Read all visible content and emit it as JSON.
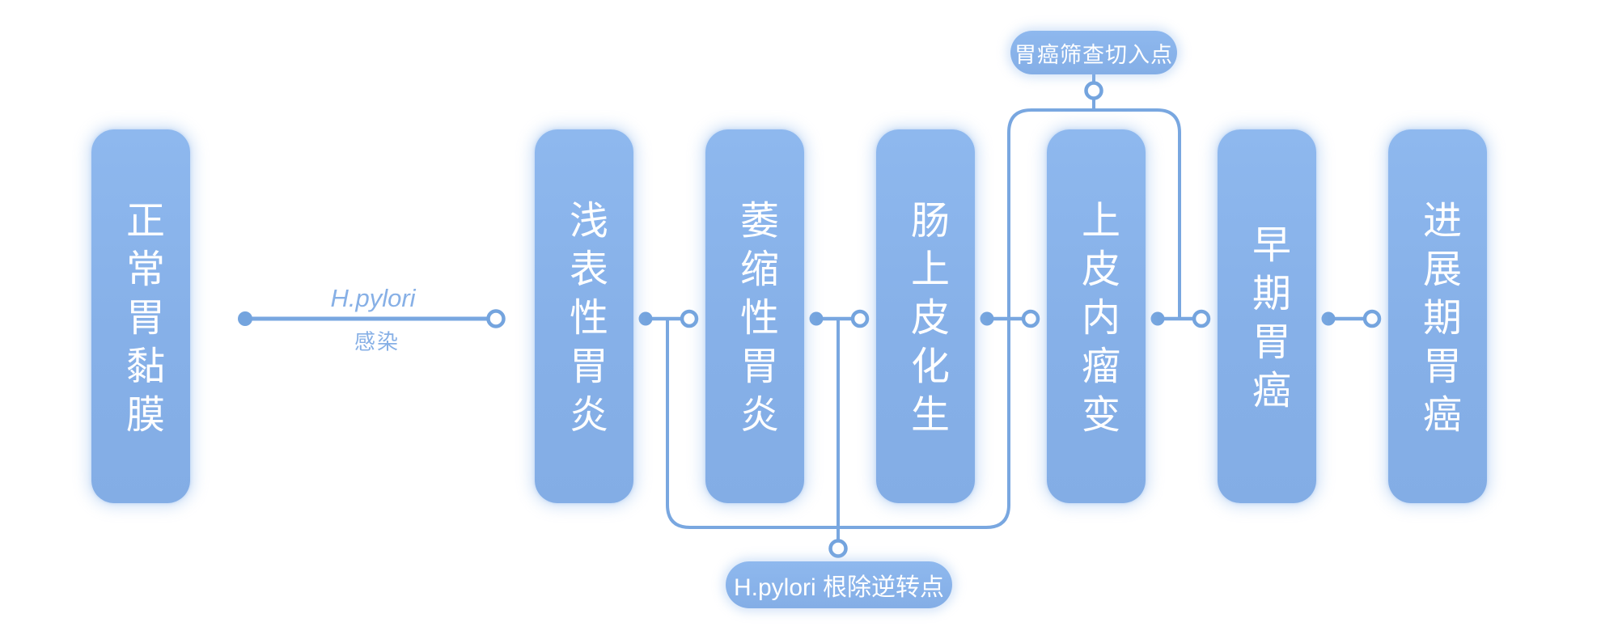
{
  "diagram": {
    "title_hint": "gastric-cancer-progression-cascade",
    "stages": [
      {
        "label": "正常胃黏膜"
      },
      {
        "label": "浅表性胃炎"
      },
      {
        "label": "萎缩性胃炎"
      },
      {
        "label": "肠上皮化生"
      },
      {
        "label": "上皮内瘤变"
      },
      {
        "label": "早期胃癌"
      },
      {
        "label": "进展期胃癌"
      }
    ],
    "annotations": {
      "infection_line1": "H.pylori",
      "infection_line2": "感染",
      "screening_label": "胃癌筛查切入点",
      "eradication_label": "H.pylori 根除逆转点"
    },
    "colors": {
      "box_fill": "#87b1e9",
      "wire_blue": "#79a7e0",
      "label_text": "#ffffff",
      "edge_label_text": "#87b0e6",
      "background": "#ffffff"
    }
  }
}
